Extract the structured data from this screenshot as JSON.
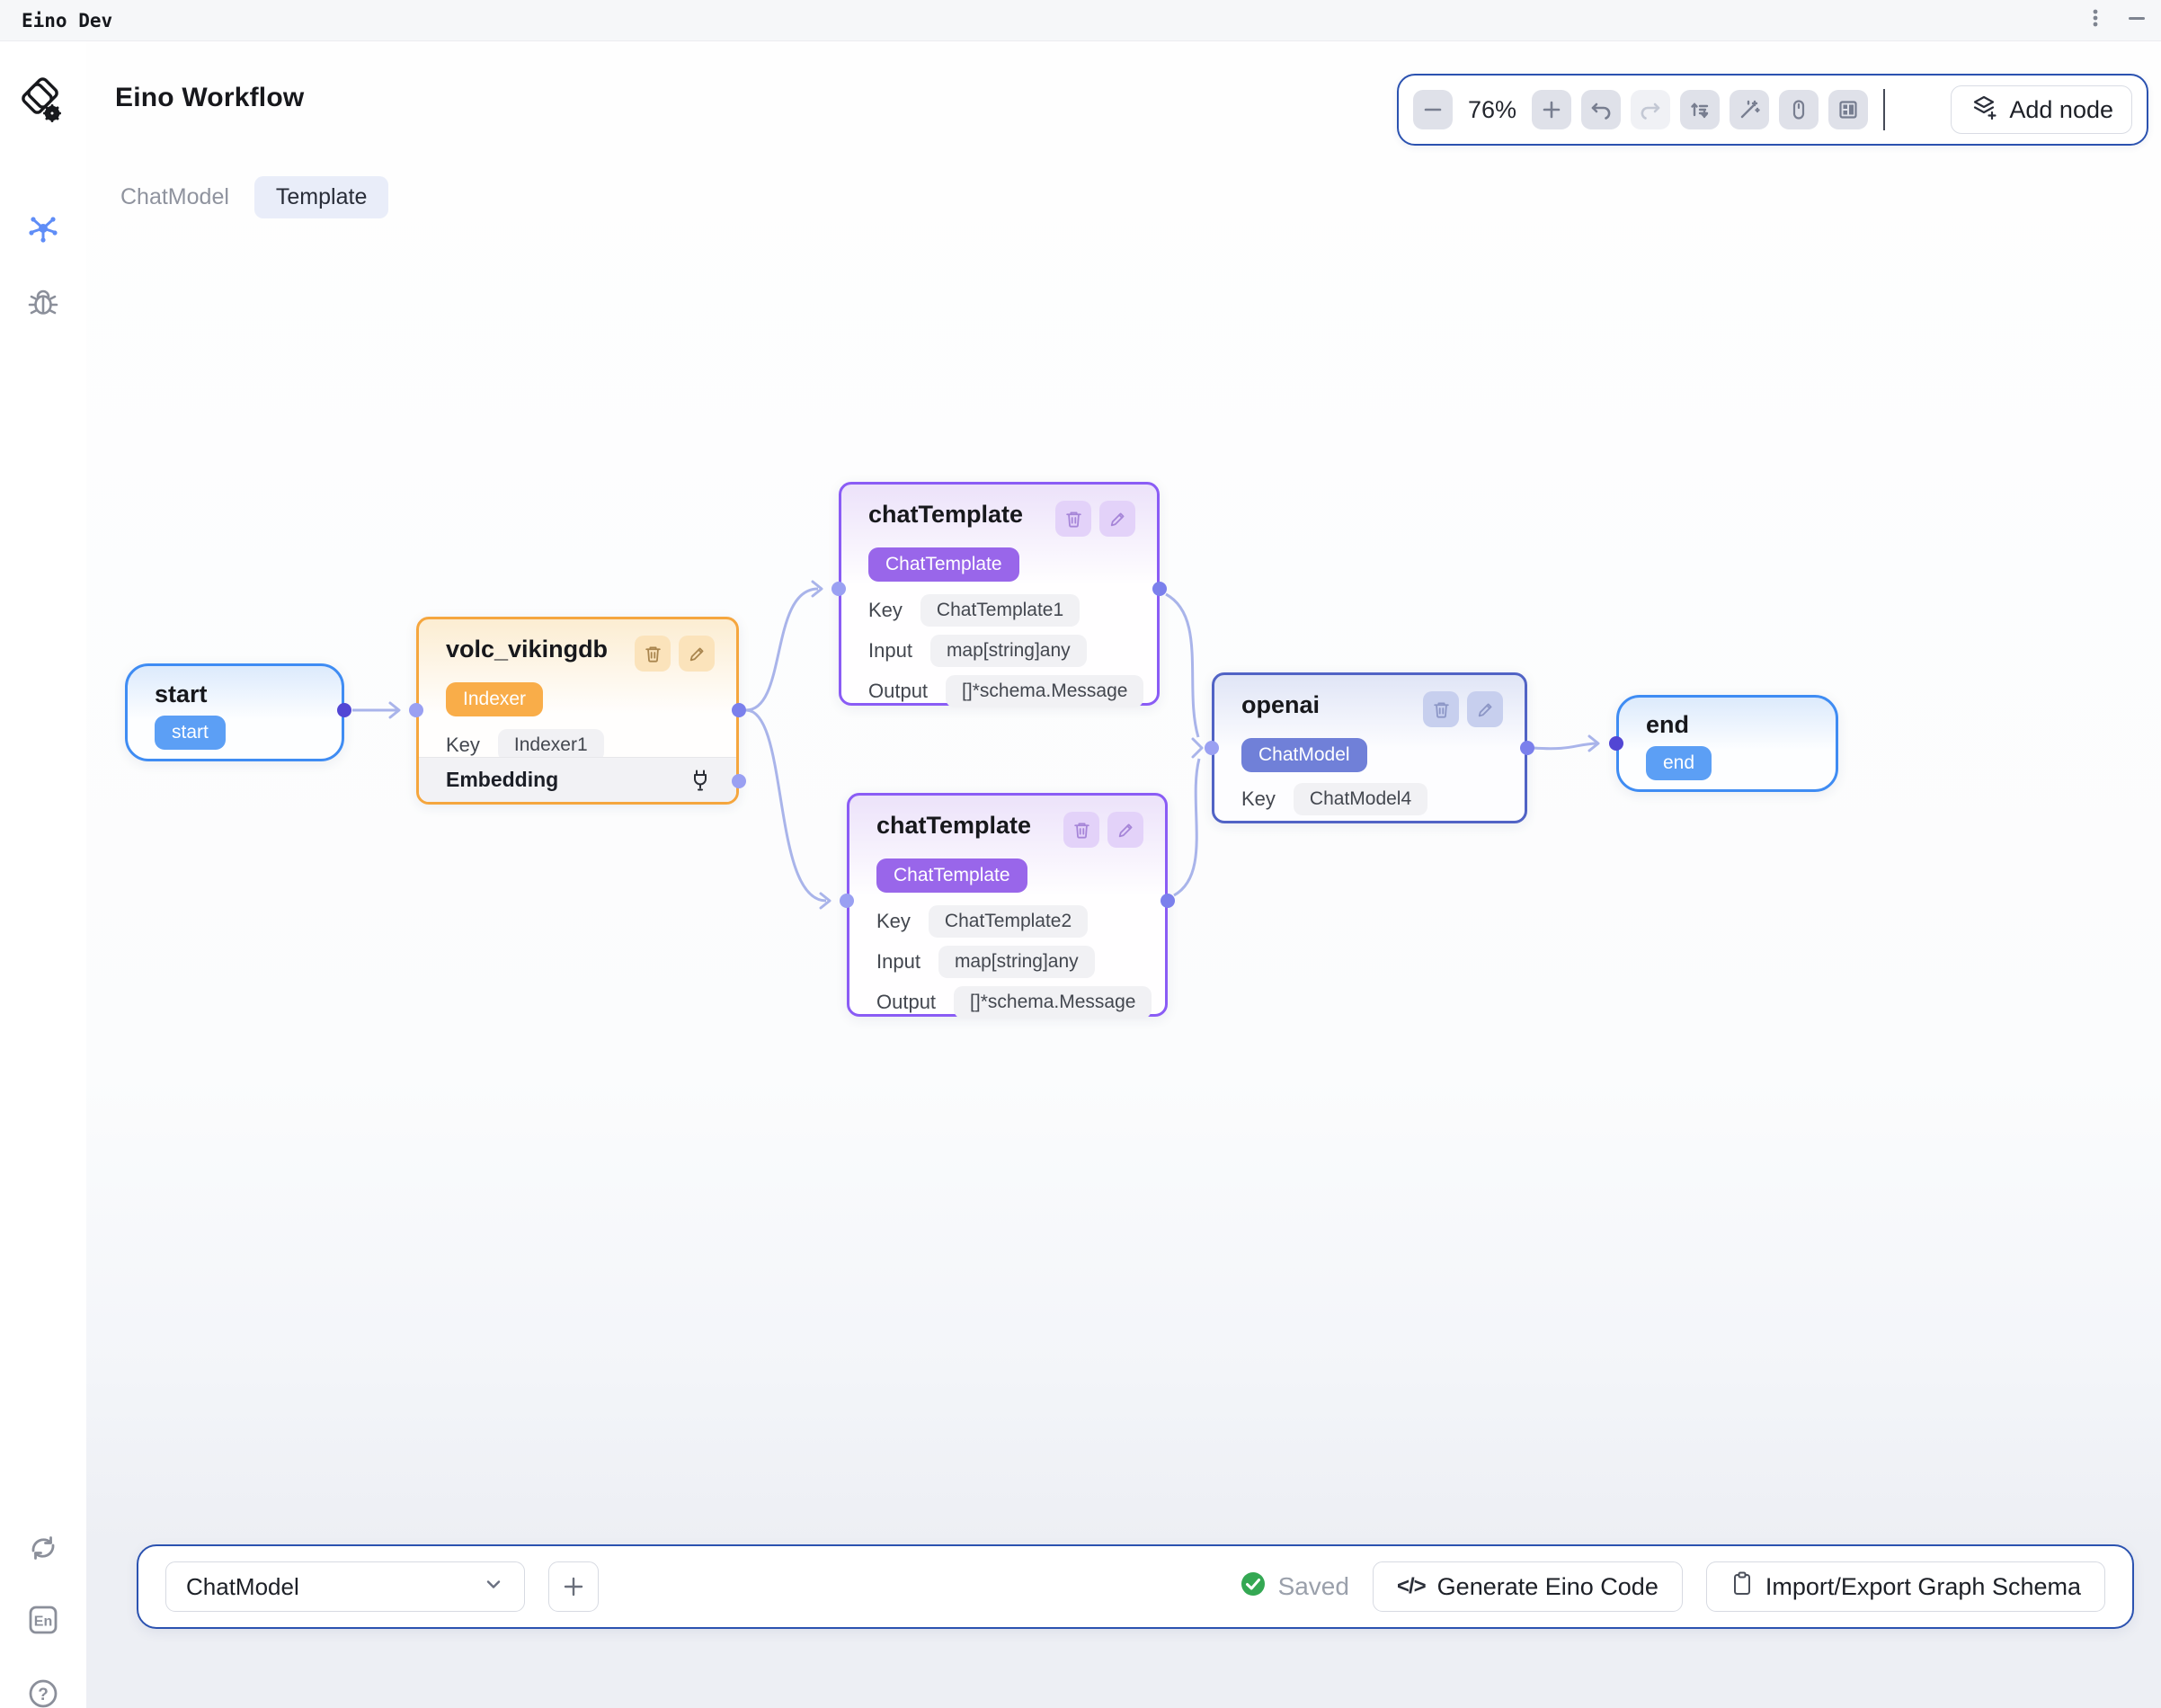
{
  "window": {
    "title": "Eino Dev"
  },
  "header": {
    "title": "Eino Workflow"
  },
  "breadcrumb": {
    "parent": "ChatModel",
    "current": "Template"
  },
  "toolbar": {
    "zoom_level": "76%",
    "add_node_label": "Add node"
  },
  "sidebar": {
    "language_label": "En"
  },
  "canvas": {
    "nodes": [
      {
        "id": "start",
        "title": "start",
        "badge": "start"
      },
      {
        "id": "volc_vikingdb",
        "title": "volc_vikingdb",
        "badge": "Indexer",
        "key_label": "Key",
        "key_value": "Indexer1",
        "section_label": "Embedding"
      },
      {
        "id": "chatTemplate1",
        "title": "chatTemplate",
        "badge": "ChatTemplate",
        "rows": [
          {
            "label": "Key",
            "value": "ChatTemplate1"
          },
          {
            "label": "Input",
            "value": "map[string]any"
          },
          {
            "label": "Output",
            "value": "[]*schema.Message"
          }
        ]
      },
      {
        "id": "chatTemplate2",
        "title": "chatTemplate",
        "badge": "ChatTemplate",
        "rows": [
          {
            "label": "Key",
            "value": "ChatTemplate2"
          },
          {
            "label": "Input",
            "value": "map[string]any"
          },
          {
            "label": "Output",
            "value": "[]*schema.Message"
          }
        ]
      },
      {
        "id": "openai",
        "title": "openai",
        "badge": "ChatModel",
        "key_label": "Key",
        "key_value": "ChatModel4"
      },
      {
        "id": "end",
        "title": "end",
        "badge": "end"
      }
    ]
  },
  "bottom_bar": {
    "graph_selector_value": "ChatModel",
    "add_graph_label": "+",
    "status": "Saved",
    "generate_code_label": "Generate Eino Code",
    "import_export_label": "Import/Export Graph Schema"
  },
  "colors": {
    "accent_blue": "#3f8cf3",
    "accent_orange": "#f5a63e",
    "accent_purple": "#8a5cf5",
    "accent_indigo": "#5163c5",
    "edge": "#a9b4ea",
    "port": "#7b80ec",
    "port_dark": "#5246d4",
    "saved_green": "#34a853",
    "panel_border_blue": "#2b52b0"
  }
}
